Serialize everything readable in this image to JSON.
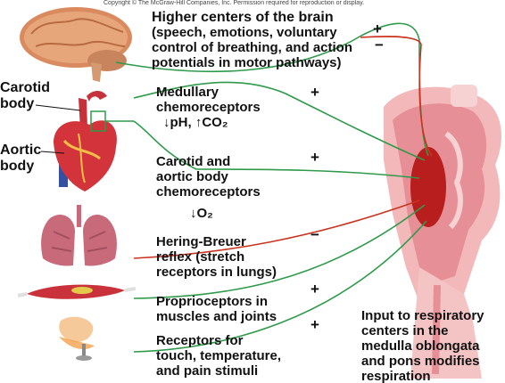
{
  "copyright": "Copyright © The McGraw-Hill Companies, Inc. Permission required for reproduction or display.",
  "labels": {
    "higher_centers": [
      "Higher centers of the brain",
      "(speech, emotions, voluntary",
      "control of breathing, and action",
      "potentials in motor pathways)"
    ],
    "medullary": [
      "Medullary",
      "chemoreceptors",
      "↓pH, ↑CO₂"
    ],
    "carotid_aortic": [
      "Carotid and",
      "aortic body",
      "chemoreceptors",
      "↓O₂"
    ],
    "hering_breuer": [
      "Hering-Breuer",
      "reflex (stretch",
      "receptors in lungs)"
    ],
    "proprioceptors": [
      "Proprioceptors in",
      "muscles and joints"
    ],
    "touch": [
      "Receptors for",
      "touch, temperature,",
      "and pain stimuli"
    ],
    "input": [
      "Input to respiratory",
      "centers in the",
      "medulla oblongata",
      "and pons modifies",
      "respiration"
    ],
    "carotid_body": [
      "Carotid",
      "body"
    ],
    "aortic_body": [
      "Aortic",
      "body"
    ]
  },
  "signs": {
    "higher_plus": "+",
    "higher_minus": "−",
    "medullary": "+",
    "carotid_aortic": "+",
    "hering_breuer": "−",
    "proprioceptors": "+",
    "touch": "+"
  },
  "colors": {
    "excitatory": "#2e9a4a",
    "inhibitory": "#c8341f",
    "medulla": "#b81e1e",
    "brainstem": "#f2b8ba"
  }
}
